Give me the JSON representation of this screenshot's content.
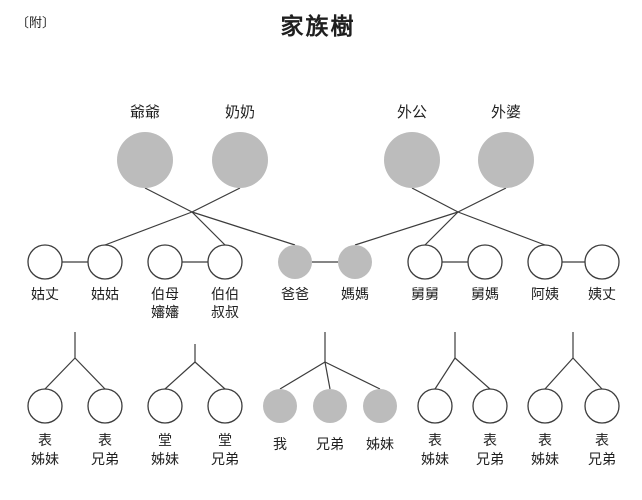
{
  "page": {
    "corner_note": "〔附〕",
    "title": "家族樹"
  },
  "colors": {
    "node_filled": "#bcbcbc",
    "node_empty": "#ffffff",
    "line": "#3c3c3c"
  },
  "nodes": {
    "grandparents": [
      {
        "label": "爺爺"
      },
      {
        "label": "奶奶"
      },
      {
        "label": "外公"
      },
      {
        "label": "外婆"
      }
    ],
    "middle": [
      {
        "label": "姑丈"
      },
      {
        "label": "姑姑"
      },
      {
        "line1": "伯母",
        "line2": "嬸嬸"
      },
      {
        "line1": "伯伯",
        "line2": "叔叔"
      },
      {
        "label": "爸爸"
      },
      {
        "label": "媽媽"
      },
      {
        "label": "舅舅"
      },
      {
        "label": "舅媽"
      },
      {
        "label": "阿姨"
      },
      {
        "label": "姨丈"
      }
    ],
    "bottom": [
      {
        "line1": "表",
        "line2": "姊妹"
      },
      {
        "line1": "表",
        "line2": "兄弟"
      },
      {
        "line1": "堂",
        "line2": "姊妹"
      },
      {
        "line1": "堂",
        "line2": "兄弟"
      },
      {
        "label": "我"
      },
      {
        "label": "兄弟"
      },
      {
        "label": "姊妹"
      },
      {
        "line1": "表",
        "line2": "姊妹"
      },
      {
        "line1": "表",
        "line2": "兄弟"
      },
      {
        "line1": "表",
        "line2": "姊妹"
      },
      {
        "line1": "表",
        "line2": "兄弟"
      }
    ]
  }
}
